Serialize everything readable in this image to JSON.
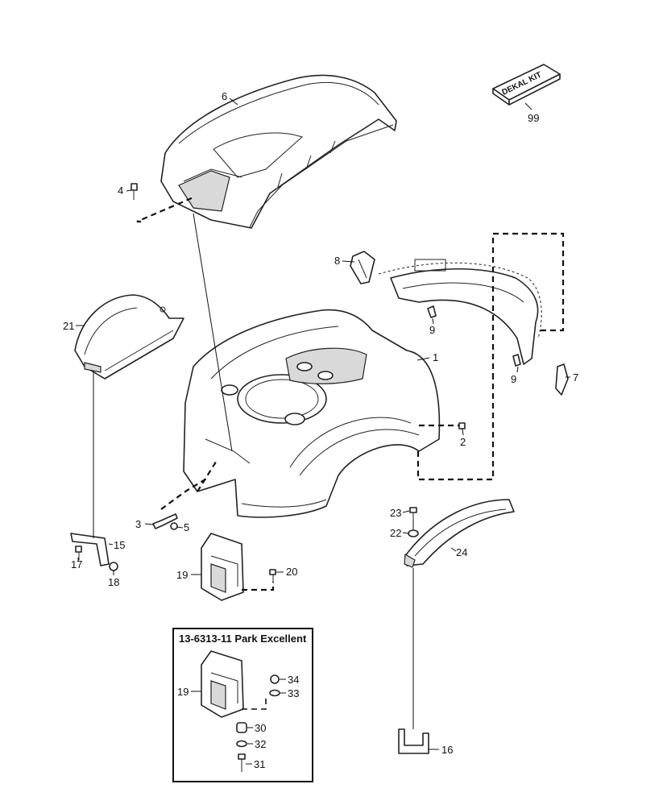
{
  "inset": {
    "title": "13-6313-11 Park Excellent"
  },
  "kit": {
    "text": "DEKAL KIT"
  },
  "callouts": {
    "c1": "1",
    "c2": "2",
    "c3": "3",
    "c4": "4",
    "c5": "5",
    "c6": "6",
    "c7": "7",
    "c8": "8",
    "c9a": "9",
    "c9b": "9",
    "c15": "15",
    "c16": "16",
    "c17": "17",
    "c18": "18",
    "c19a": "19",
    "c19b": "19",
    "c20": "20",
    "c21": "21",
    "c22": "22",
    "c23": "23",
    "c24": "24",
    "c30": "30",
    "c31": "31",
    "c32": "32",
    "c33": "33",
    "c34": "34",
    "c99": "99"
  }
}
